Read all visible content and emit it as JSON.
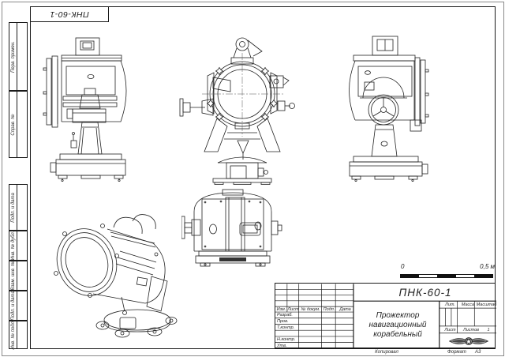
{
  "top_stamp": {
    "text": "ПНК-60-1"
  },
  "margin_fields": [
    {
      "label": "Перв. примен."
    },
    {
      "label": "Справ. №"
    },
    {
      "label": "Подп. и дата"
    },
    {
      "label": "Инв. № дубл."
    },
    {
      "label": "Взам. инв. №"
    },
    {
      "label": "Подп. и дата"
    },
    {
      "label": "Инв. № подл."
    }
  ],
  "drawing": {
    "views": [
      "left-side-view",
      "front-view",
      "right-side-view",
      "isometric-view",
      "top-view"
    ],
    "line_color": "#222222"
  },
  "scale_bar": {
    "zero": "0",
    "max": "0,5 м"
  },
  "title_block": {
    "designation": "ПНК-60-1",
    "name_line1": "Прожектор навигационный",
    "name_line2": "корабельный",
    "col_izm": "Изм.",
    "col_list": "Лист",
    "col_doc": "№ докум.",
    "col_podp": "Подп.",
    "col_data": "Дата",
    "row_razrab": "Разраб.",
    "row_prov": "Пров.",
    "row_tkontr": "Т.контр.",
    "row_nkontr": "Н.контр.",
    "row_utv": "Утв.",
    "lit": "Лит.",
    "massa": "Масса",
    "masshtab": "Масштаб",
    "list": "Лист",
    "listov": "Листов",
    "listov_value": "1",
    "emblem": "winged-anchor-emblem"
  },
  "footer": {
    "kopiroval": "Копировал",
    "format_label": "Формат",
    "format_value": "А3"
  }
}
